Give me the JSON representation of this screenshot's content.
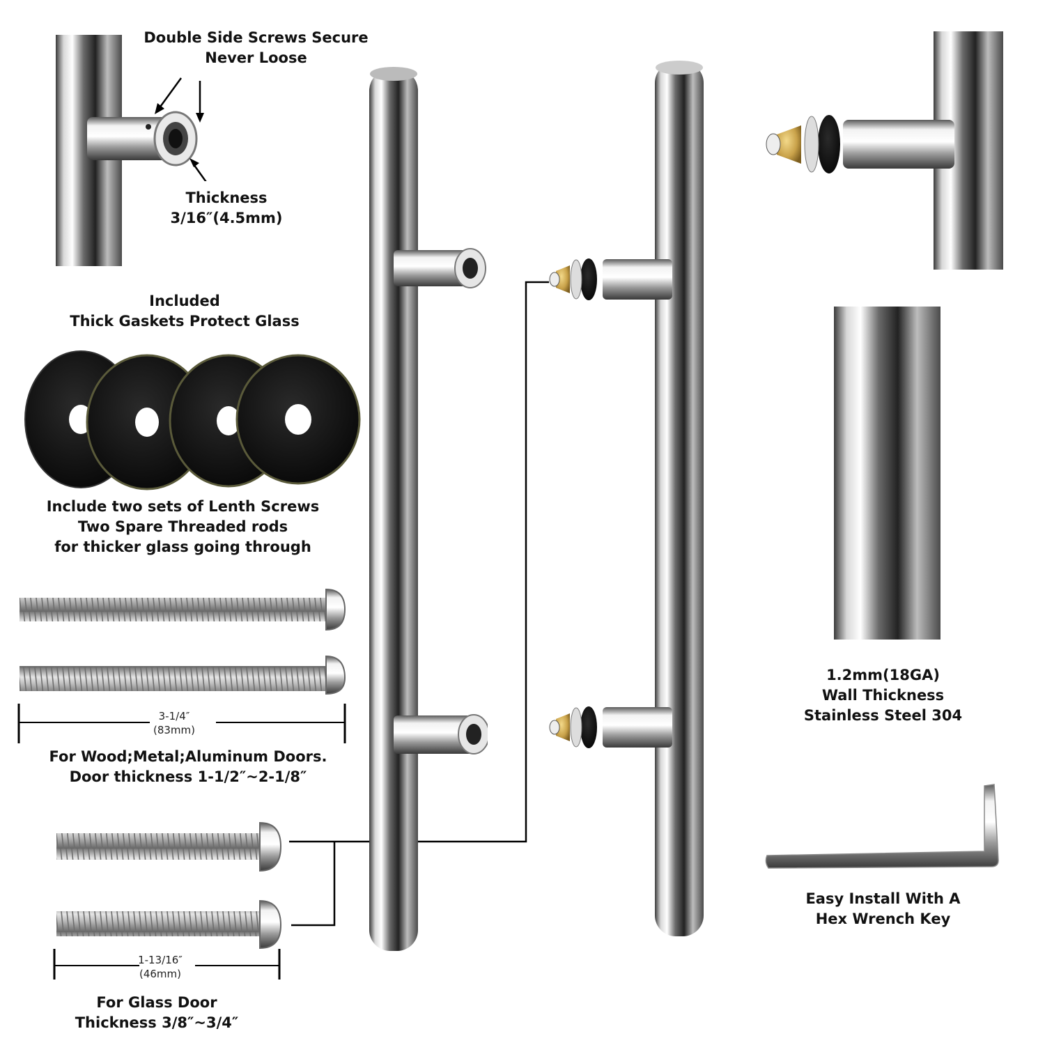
{
  "labels": {
    "screws_secure_line1": "Double Side Screws Secure",
    "screws_secure_line2": "Never Loose",
    "thickness_line1": "Thickness",
    "thickness_line2": "3/16″(4.5mm)",
    "gaskets_line1": "Included",
    "gaskets_line2": "Thick Gaskets Protect Glass",
    "length_screws_line1": "Include two sets of Lenth Screws",
    "length_screws_line2": "Two Spare Threaded rods",
    "length_screws_line3": "for thicker glass going through",
    "long_dim_line1": "3-1/4″",
    "long_dim_line2": "(83mm)",
    "wood_line1": "For Wood;Metal;Aluminum Doors.",
    "wood_line2": "Door thickness 1-1/2″~2-1/8″",
    "short_dim_line1": "1-13/16″",
    "short_dim_line2": "(46mm)",
    "glass_line1": "For Glass Door",
    "glass_line2": "Thickness 3/8″~3/4″",
    "wall_line1": "1.2mm(18GA)",
    "wall_line2": "Wall Thickness",
    "wall_line3": "Stainless Steel 304",
    "hex_line1": "Easy Install With A",
    "hex_line2": "Hex Wrench Key"
  },
  "colors": {
    "steel_dark": "#2a2a2a",
    "steel_light": "#f4f4f4",
    "gasket": "#111111",
    "brass": "#c9a24a"
  }
}
